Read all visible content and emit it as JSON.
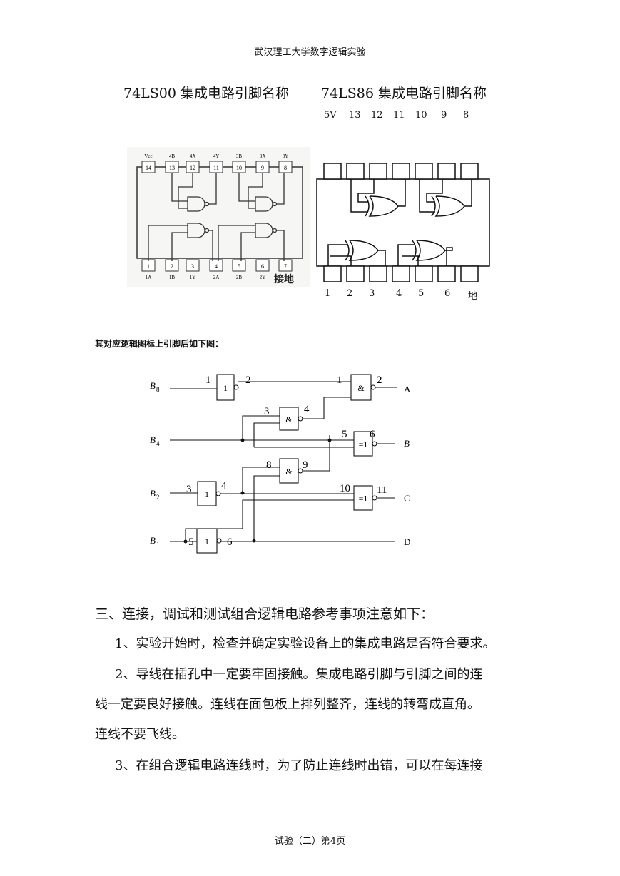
{
  "header": {
    "text": "武汉理工大学数字逻辑实验"
  },
  "chips": {
    "ls00_title": "74LS00  集成电路引脚名称",
    "ls86_title": "74LS86  集成电路引脚名称",
    "ls86_top_pins": [
      "5V",
      "13",
      "12",
      "11",
      "10",
      "9",
      "8"
    ],
    "ls86_bottom_pins": [
      "1",
      "2",
      "3",
      "4",
      "5",
      "6",
      "地"
    ],
    "ls00_top_labels": [
      "Vcc",
      "4B",
      "4A",
      "4Y",
      "3B",
      "3A",
      "3Y"
    ],
    "ls00_top_nums": [
      "14",
      "13",
      "12",
      "11",
      "10",
      "9",
      "8"
    ],
    "ls00_bottom_nums": [
      "1",
      "2",
      "3",
      "4",
      "5",
      "6",
      "7"
    ],
    "ls00_bottom_labels": [
      "1A",
      "1B",
      "1Y",
      "2A",
      "2B",
      "2Y"
    ],
    "ls00_ground": "接地"
  },
  "diagram": {
    "caption": "其对应逻辑图标上引脚后如下图：",
    "inputs": [
      "B",
      "B",
      "B",
      "B"
    ],
    "input_subs": [
      "8",
      "4",
      "2",
      "1"
    ],
    "outputs": [
      "A",
      "B",
      "C",
      "D"
    ],
    "symbols": {
      "not": "1",
      "and": "&",
      "xor": "=1"
    },
    "pins": [
      "1",
      "2",
      "1",
      "2",
      "3",
      "4",
      "5",
      "6",
      "8",
      "9",
      "3",
      "4",
      "10",
      "11",
      "5",
      "6"
    ]
  },
  "body": {
    "section_title": "三、连接，调试和测试组合逻辑电路参考事项注意如下：",
    "item1": "1、实验开始时，检查并确定实验设备上的集成电路是否符合要求。",
    "item2_line1": "2、导线在插孔中一定要牢固接触。集成电路引脚与引脚之间的连",
    "item2_line2": "线一定要良好接触。连线在面包板上排列整齐，连线的转弯成直角。",
    "item2_line3": "连线不要飞线。",
    "item3_line1": "3、在组合逻辑电路连线时，为了防止连线时出错，可以在每连接"
  },
  "footer": {
    "text": "试验（二）第4页"
  }
}
